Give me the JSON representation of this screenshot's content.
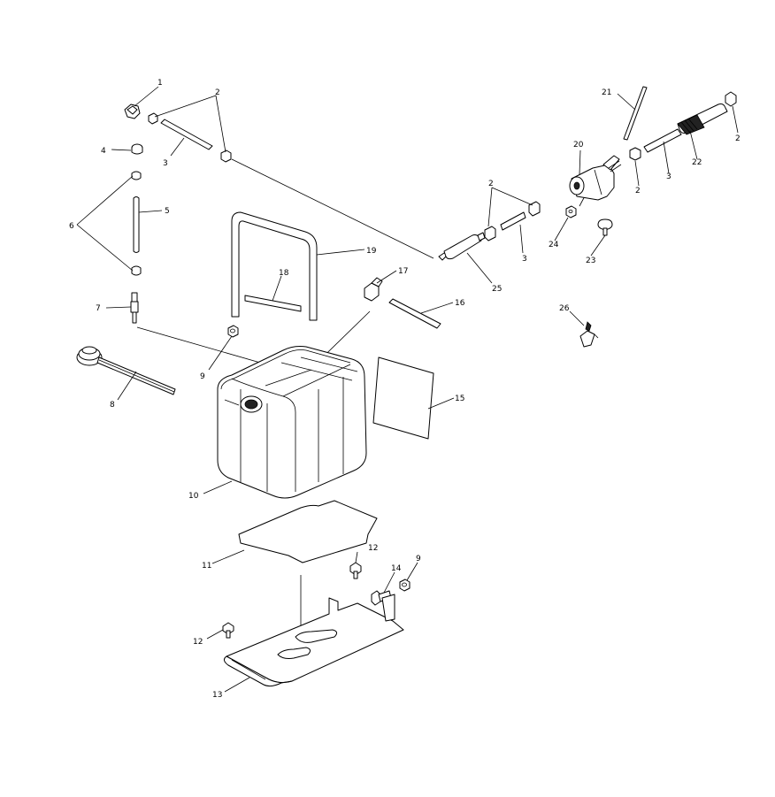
{
  "callouts": [
    {
      "id": "c1",
      "label": "1"
    },
    {
      "id": "c2a",
      "label": "2"
    },
    {
      "id": "c3a",
      "label": "3"
    },
    {
      "id": "c4",
      "label": "4"
    },
    {
      "id": "c5",
      "label": "5"
    },
    {
      "id": "c6",
      "label": "6"
    },
    {
      "id": "c7",
      "label": "7"
    },
    {
      "id": "c8",
      "label": "8"
    },
    {
      "id": "c9a",
      "label": "9"
    },
    {
      "id": "c10",
      "label": "10"
    },
    {
      "id": "c11",
      "label": "11"
    },
    {
      "id": "c12a",
      "label": "12"
    },
    {
      "id": "c12b",
      "label": "12"
    },
    {
      "id": "c13",
      "label": "13"
    },
    {
      "id": "c14",
      "label": "14"
    },
    {
      "id": "c9b",
      "label": "9"
    },
    {
      "id": "c15",
      "label": "15"
    },
    {
      "id": "c16",
      "label": "16"
    },
    {
      "id": "c17",
      "label": "17"
    },
    {
      "id": "c18",
      "label": "18"
    },
    {
      "id": "c19",
      "label": "19"
    },
    {
      "id": "c2b",
      "label": "2"
    },
    {
      "id": "c3b",
      "label": "3"
    },
    {
      "id": "c25",
      "label": "25"
    },
    {
      "id": "c24",
      "label": "24"
    },
    {
      "id": "c23",
      "label": "23"
    },
    {
      "id": "c20",
      "label": "20"
    },
    {
      "id": "c21",
      "label": "21"
    },
    {
      "id": "c2c",
      "label": "2"
    },
    {
      "id": "c3c",
      "label": "3"
    },
    {
      "id": "c22",
      "label": "22"
    },
    {
      "id": "c2d",
      "label": "2"
    },
    {
      "id": "c26",
      "label": "26"
    }
  ]
}
